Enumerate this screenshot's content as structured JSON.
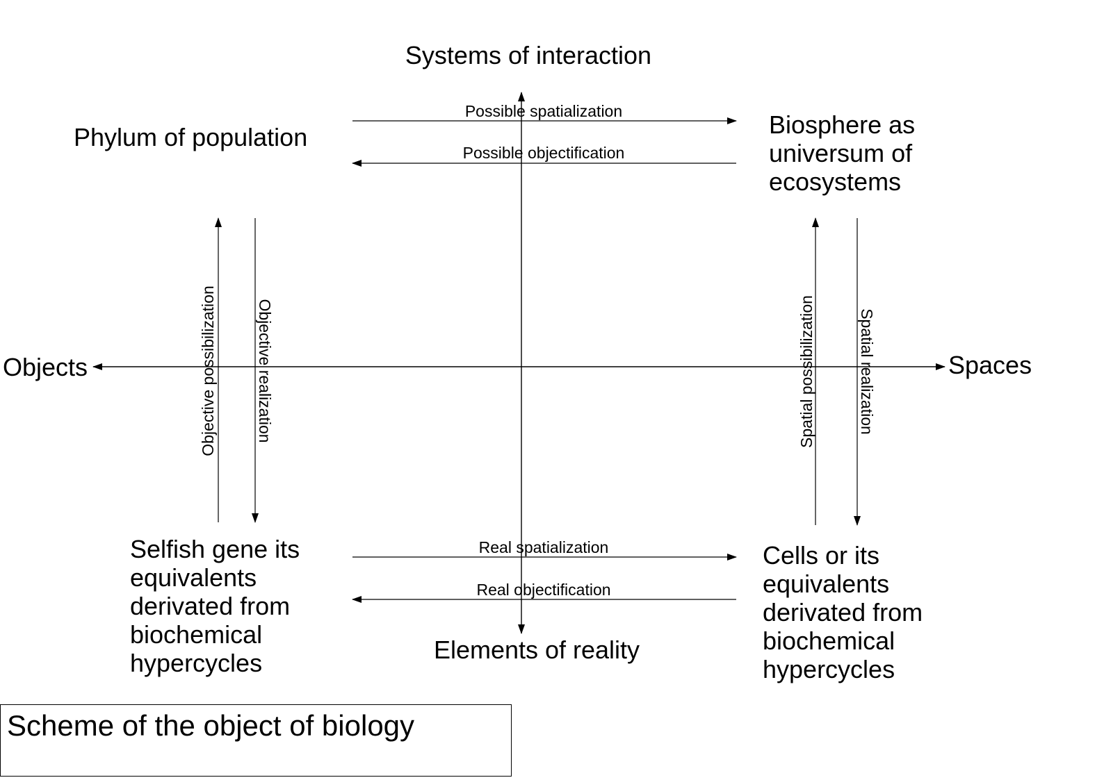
{
  "axes": {
    "top": "Systems of interaction",
    "bottom": "Elements of reality",
    "left": "Objects",
    "right": "Spaces"
  },
  "nodes": {
    "top_left": [
      "Phylum of population"
    ],
    "top_right": [
      "Biosphere as",
      "universum of",
      "ecosystems"
    ],
    "bottom_left": [
      "Selfish gene its",
      "equivalents",
      "derivated from",
      "biochemical",
      "hypercycles"
    ],
    "bottom_right": [
      "Cells or its",
      "equivalents",
      "derivated from",
      "biochemical",
      "hypercycles"
    ]
  },
  "arrows": {
    "possible_spatialization": "Possible spatialization",
    "possible_objectification": "Possible objectification",
    "real_spatialization": "Real spatialization",
    "real_objectification": "Real objectification",
    "objective_possibilization": "Objective possibilization",
    "objective_realization": "Objective realization",
    "spatial_possibilization": "Spatial possibilization",
    "spatial_realization": "Spatial realization"
  },
  "caption": "Scheme of the object of biology"
}
